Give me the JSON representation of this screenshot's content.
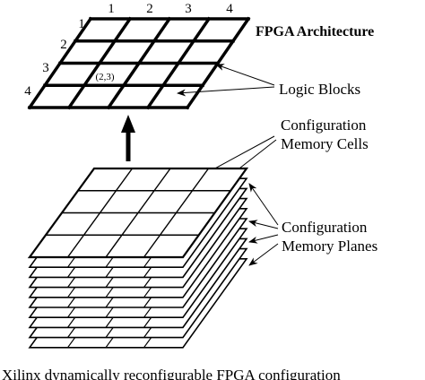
{
  "architecture": {
    "title": "FPGA Architecture",
    "column_numbers": [
      "1",
      "2",
      "3",
      "4"
    ],
    "row_numbers": [
      "1",
      "2",
      "3",
      "4"
    ],
    "cell_label": "(2,3)",
    "rows": 4,
    "cols": 4
  },
  "labels": {
    "logic_blocks": "Logic Blocks",
    "config_cells_line1": "Configuration",
    "config_cells_line2": "Memory Cells",
    "config_planes_line1": "Configuration",
    "config_planes_line2": "Memory Planes"
  },
  "memory_stack": {
    "plane_count": 10,
    "top_plane_rows": 4,
    "top_plane_cols": 4
  },
  "caption": "Xilinx dynamically reconfigurable FPGA configuration"
}
